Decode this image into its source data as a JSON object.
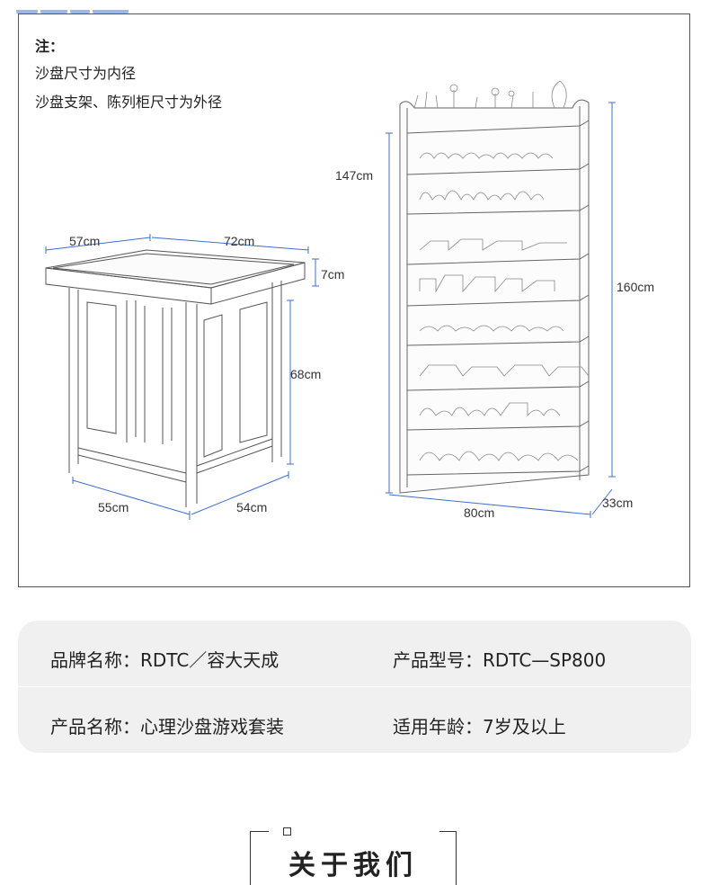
{
  "notes": {
    "title": "注：",
    "line1": "沙盘尺寸为内径",
    "line2": "沙盘支架、陈列柜尺寸为外径"
  },
  "dimensions": {
    "table_width": "57cm",
    "table_length": "72cm",
    "tray_height": "7cm",
    "table_height": "68cm",
    "base_front": "55cm",
    "base_side": "54cm",
    "cabinet_inner_height": "147cm",
    "cabinet_height": "160cm",
    "cabinet_width": "80cm",
    "cabinet_depth": "33cm"
  },
  "info": {
    "brand": "品牌名称：RDTC／容大天成",
    "model": "产品型号：RDTC—SP800",
    "product": "产品名称：心理沙盘游戏套装",
    "age": "适用年龄：7岁及以上"
  },
  "about": {
    "title": "关于我们"
  },
  "colors": {
    "dimension_line": "#3d6fd1",
    "frame_border": "#555555",
    "card_background": "#f0f0f0"
  }
}
